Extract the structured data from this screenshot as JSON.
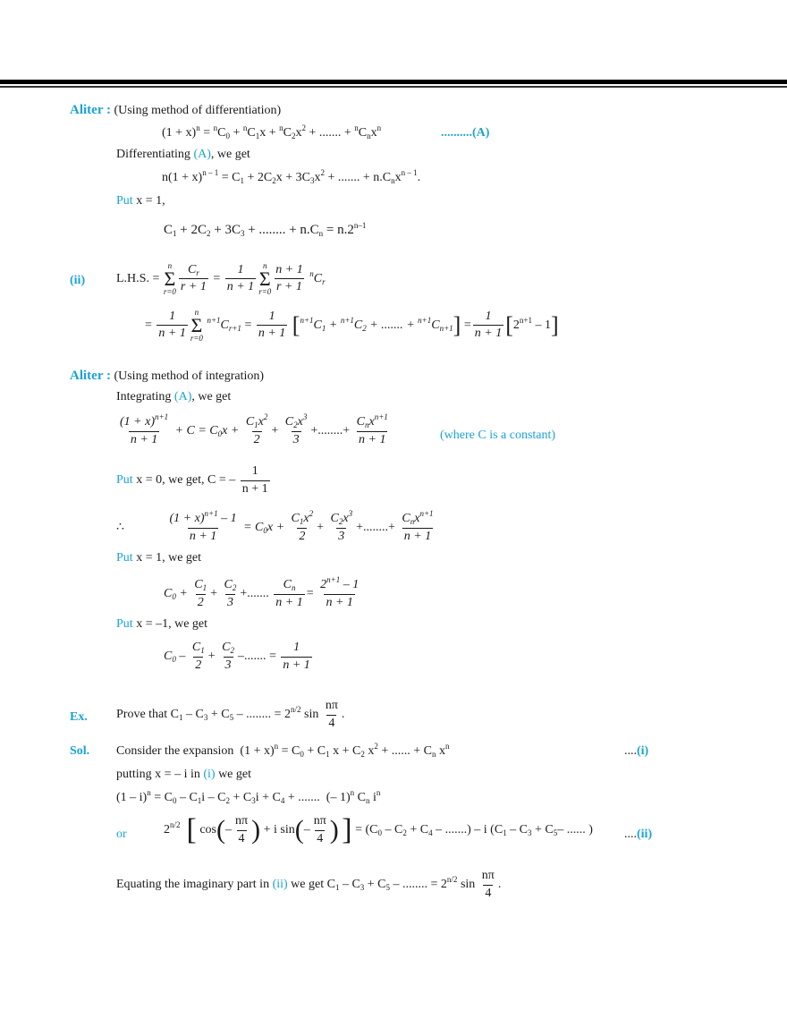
{
  "header": {
    "rule": "double-horizontal-rule"
  },
  "colors": {
    "accent": "#1aa3d4",
    "text": "#1a1a1a"
  },
  "aliter1": {
    "label": "Aliter :",
    "title": "(Using method of differentiation)",
    "eq_A": "(1 + x)ⁿ = ⁿC₀ + ⁿC₁x + ⁿC₂x² + ....... + ⁿCₙxⁿ",
    "eq_A_tag": "..........(A)",
    "diff_pre": "Differentiating ",
    "diff_ref": "(A)",
    "diff_post": ", we get",
    "eq_diff": "n(1 + x)ⁿ⁻¹ = C₁ + 2C₂x + 3C₃x² + ....... + n.Cₙxⁿ⁻¹.",
    "put_label": "Put",
    "put_text": " x = 1,",
    "result": "C₁ + 2C₂ + 3C₃ + ........ + n.Cₙ = n.2ⁿ⁻¹"
  },
  "part_ii": {
    "label": "(ii)",
    "lhs": "L.H.S. =",
    "line1": "Σ Cr/(r+1) = 1/(n+1) Σ (n+1)/(r+1) ⁿCr",
    "line2": "= 1/(n+1) Σ ⁿ⁺¹Cr+1 = 1/(n+1) [ⁿ⁺¹C₁ + ⁿ⁺¹C₂ + ....... + ⁿ⁺¹Cn+1] = 1/(n+1) [2ⁿ⁺¹ − 1]"
  },
  "aliter2": {
    "label": "Aliter :",
    "title": "(Using method of integration)",
    "int_pre": "Integrating ",
    "int_ref": "(A)",
    "int_post": ", we get",
    "eq_int": "(1+x)ⁿ⁺¹/(n+1) + C = C₀x + C₁x²/2 + C₂x³/3 + ........ + Cₙxⁿ⁺¹/(n+1)",
    "eq_int_note": "(where C is a constant)",
    "put0_label": "Put",
    "put0_text": " x = 0, we get,  C = –",
    "therefore": "∴",
    "eq_int2": "((1+x)ⁿ⁺¹ − 1)/(n+1) = C₀x + C₁x²/2 + C₂x³/3 + ........ + Cₙxⁿ⁺¹/(n+1)",
    "put1_label": "Put",
    "put1_text": "  x = 1,  we get",
    "eq_put1": "C₀ + C₁/2 + C₂/3 + ....... Cₙ/(n+1) = (2ⁿ⁺¹ − 1)/(n+1)",
    "putm1_label": "Put",
    "putm1_text": " x = –1, we get",
    "eq_putm1": "C₀ − C₁/2 + C₂/3 − ....... = 1/(n+1)"
  },
  "example": {
    "label": "Ex.",
    "text": "Prove that C₁ – C₃ + C₅ – ........ = 2ⁿ/² sin nπ/4 ."
  },
  "solution": {
    "label": "Sol.",
    "line1": "Consider the expansion  (1 + x)ⁿ = C₀ + C₁ x + C₂ x² + ...... + Cₙ xⁿ",
    "line1_tag_dots": "....",
    "line1_tag": "(i)",
    "line2_pre": "putting x = – i  in ",
    "line2_ref": "(i)",
    "line2_post": " we get",
    "line3": "(1 – i)ⁿ = C₀ – C₁i – C₂ + C₃i + C₄ + .......  (– 1)ⁿ Cₙ iⁿ",
    "or_label": "or",
    "line4": "2ⁿ/² [cos(−nπ/4) + i sin(−nπ/4)] = (C₀ – C₂ + C₄ – .......) – i (C₁ – C₃ + C₅– ...... )",
    "line4_tag_dots": "....",
    "line4_tag": "(ii)",
    "line5_pre": "Equating the imaginary part in ",
    "line5_ref": "(ii)",
    "line5_post": " we get C₁ – C₃ + C₅ – ........ = 2ⁿ/² sin nπ/4 ."
  }
}
